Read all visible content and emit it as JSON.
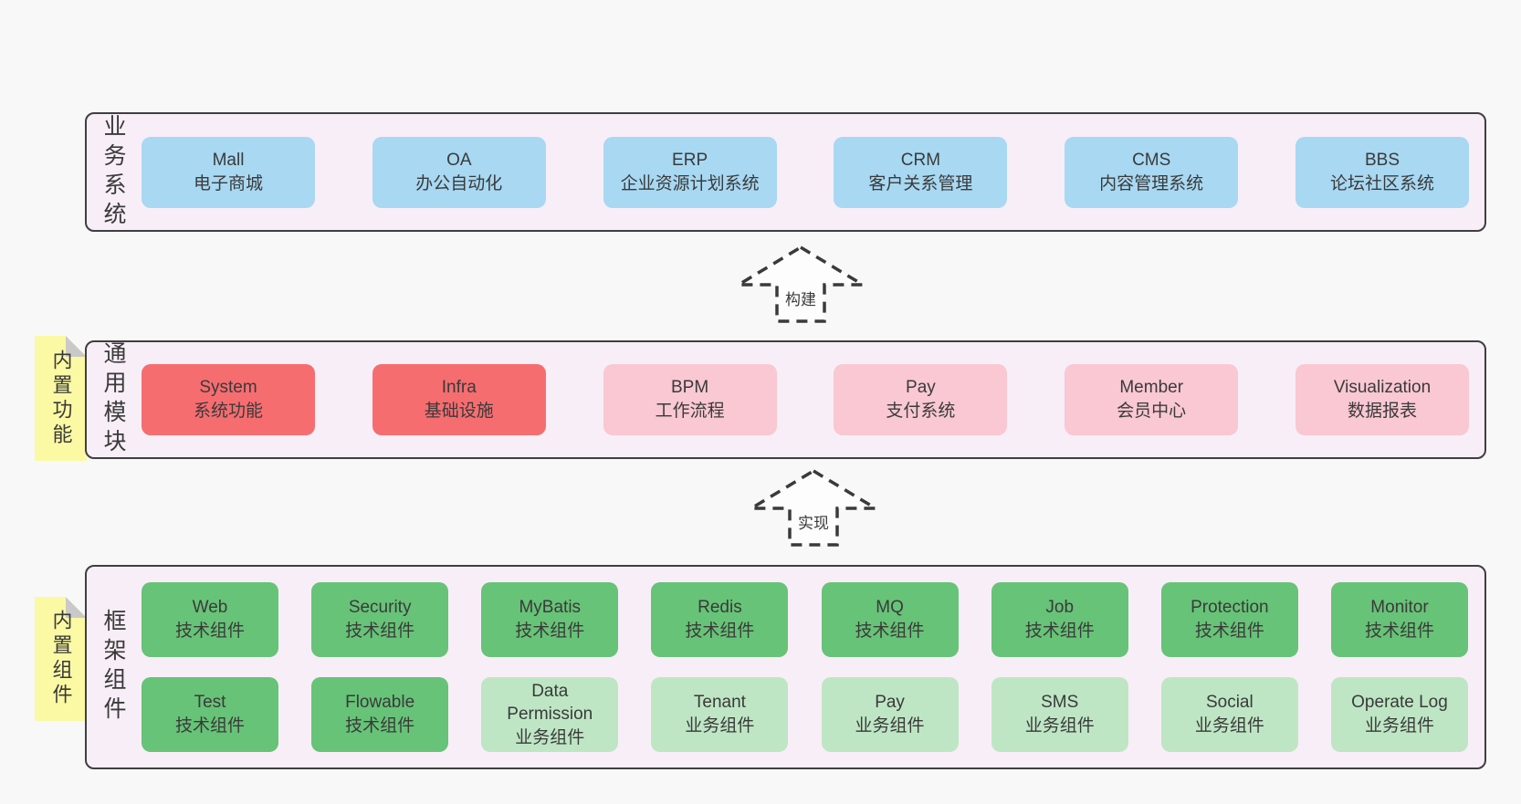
{
  "colors": {
    "page_bg": "#f8f8f8",
    "panel_bg": "#f8eef7",
    "panel_border": "#3f3f3f",
    "box_blue": "#a8d8f2",
    "box_red": "#f66d70",
    "box_pink": "#f9c8d2",
    "box_green": "#67c377",
    "box_green_light": "#bee6c4",
    "sticky_yellow": "#fbf9a3",
    "sticky_fold": "#c9c9c9",
    "text": "#3a3a3a"
  },
  "arrows": {
    "build": "构建",
    "implement": "实现"
  },
  "layers": [
    {
      "label": "业务系统",
      "row1": [
        {
          "name": "Mall",
          "subtitle": "电子商城",
          "variant": "blue"
        },
        {
          "name": "OA",
          "subtitle": "办公自动化",
          "variant": "blue"
        },
        {
          "name": "ERP",
          "subtitle": "企业资源计划系统",
          "variant": "blue"
        },
        {
          "name": "CRM",
          "subtitle": "客户关系管理",
          "variant": "blue"
        },
        {
          "name": "CMS",
          "subtitle": "内容管理系统",
          "variant": "blue"
        },
        {
          "name": "BBS",
          "subtitle": "论坛社区系统",
          "variant": "blue"
        }
      ]
    },
    {
      "label": "通用模块",
      "sticky": "内置功能",
      "row1": [
        {
          "name": "System",
          "subtitle": "系统功能",
          "variant": "red"
        },
        {
          "name": "Infra",
          "subtitle": "基础设施",
          "variant": "red"
        },
        {
          "name": "BPM",
          "subtitle": "工作流程",
          "variant": "pink"
        },
        {
          "name": "Pay",
          "subtitle": "支付系统",
          "variant": "pink"
        },
        {
          "name": "Member",
          "subtitle": "会员中心",
          "variant": "pink"
        },
        {
          "name": "Visualization",
          "subtitle": "数据报表",
          "variant": "pink"
        }
      ]
    },
    {
      "label": "框架组件",
      "sticky": "内置组件",
      "row1": [
        {
          "name": "Web",
          "subtitle": "技术组件",
          "variant": "green"
        },
        {
          "name": "Security",
          "subtitle": "技术组件",
          "variant": "green"
        },
        {
          "name": "MyBatis",
          "subtitle": "技术组件",
          "variant": "green"
        },
        {
          "name": "Redis",
          "subtitle": "技术组件",
          "variant": "green"
        },
        {
          "name": "MQ",
          "subtitle": "技术组件",
          "variant": "green"
        },
        {
          "name": "Job",
          "subtitle": "技术组件",
          "variant": "green"
        },
        {
          "name": "Protection",
          "subtitle": "技术组件",
          "variant": "green"
        },
        {
          "name": "Monitor",
          "subtitle": "技术组件",
          "variant": "green"
        }
      ],
      "row2": [
        {
          "name": "Test",
          "subtitle": "技术组件",
          "variant": "green"
        },
        {
          "name": "Flowable",
          "subtitle": "技术组件",
          "variant": "green"
        },
        {
          "name": "Data Permission",
          "subtitle": "业务组件",
          "variant": "green-light"
        },
        {
          "name": "Tenant",
          "subtitle": "业务组件",
          "variant": "green-light"
        },
        {
          "name": "Pay",
          "subtitle": "业务组件",
          "variant": "green-light"
        },
        {
          "name": "SMS",
          "subtitle": "业务组件",
          "variant": "green-light"
        },
        {
          "name": "Social",
          "subtitle": "业务组件",
          "variant": "green-light"
        },
        {
          "name": "Operate Log",
          "subtitle": "业务组件",
          "variant": "green-light"
        }
      ]
    }
  ]
}
